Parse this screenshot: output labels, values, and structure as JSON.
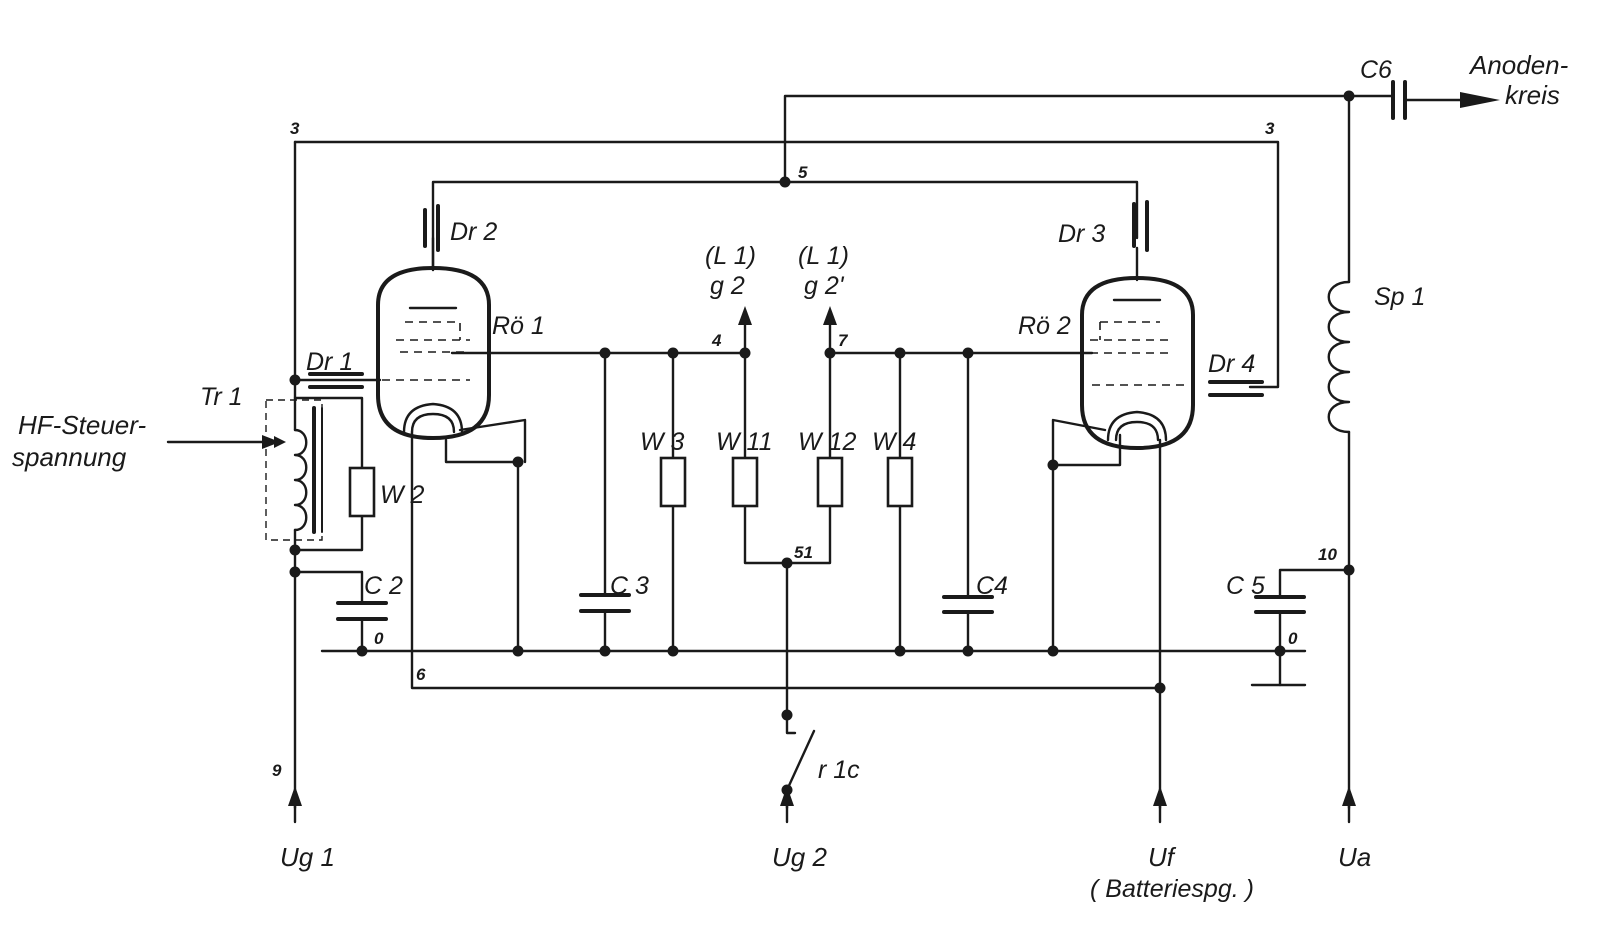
{
  "tubes": {
    "roe1": "Rö 1",
    "roe2": "Rö 2"
  },
  "chokes": {
    "dr1": "Dr 1",
    "dr2": "Dr 2",
    "dr3": "Dr 3",
    "dr4": "Dr 4",
    "sp1": "Sp 1"
  },
  "transformer": "Tr 1",
  "input_label": {
    "line1": "HF-Steuer-",
    "line2": "spannung"
  },
  "resistors": {
    "w2": "W 2",
    "w3": "W 3",
    "w11": "W 11",
    "w12": "W 12",
    "w4": "W 4"
  },
  "capacitors": {
    "c2": "C 2",
    "c3": "C 3",
    "c4": "C4",
    "c5": "C 5",
    "c6": "C6"
  },
  "switch": "r 1c",
  "outputs": {
    "g2_left_l": "(L 1)",
    "g2_left": "g 2",
    "g2_right_l": "(L 1)",
    "g2_right": "g 2'",
    "anode_line1": "Anoden-",
    "anode_line2": "kreis"
  },
  "supplies": {
    "ug1": "Ug 1",
    "ug2": "Ug 2",
    "uf": "Uf",
    "uf_note": "( Batteriespg. )",
    "ua": "Ua"
  },
  "nodes": {
    "n3_left": "3",
    "n3_right": "3",
    "n5": "5",
    "n4": "4",
    "n7": "7",
    "n51": "51",
    "n0_left": "0",
    "n0_right": "0",
    "n6": "6",
    "n9": "9",
    "n10": "10"
  }
}
